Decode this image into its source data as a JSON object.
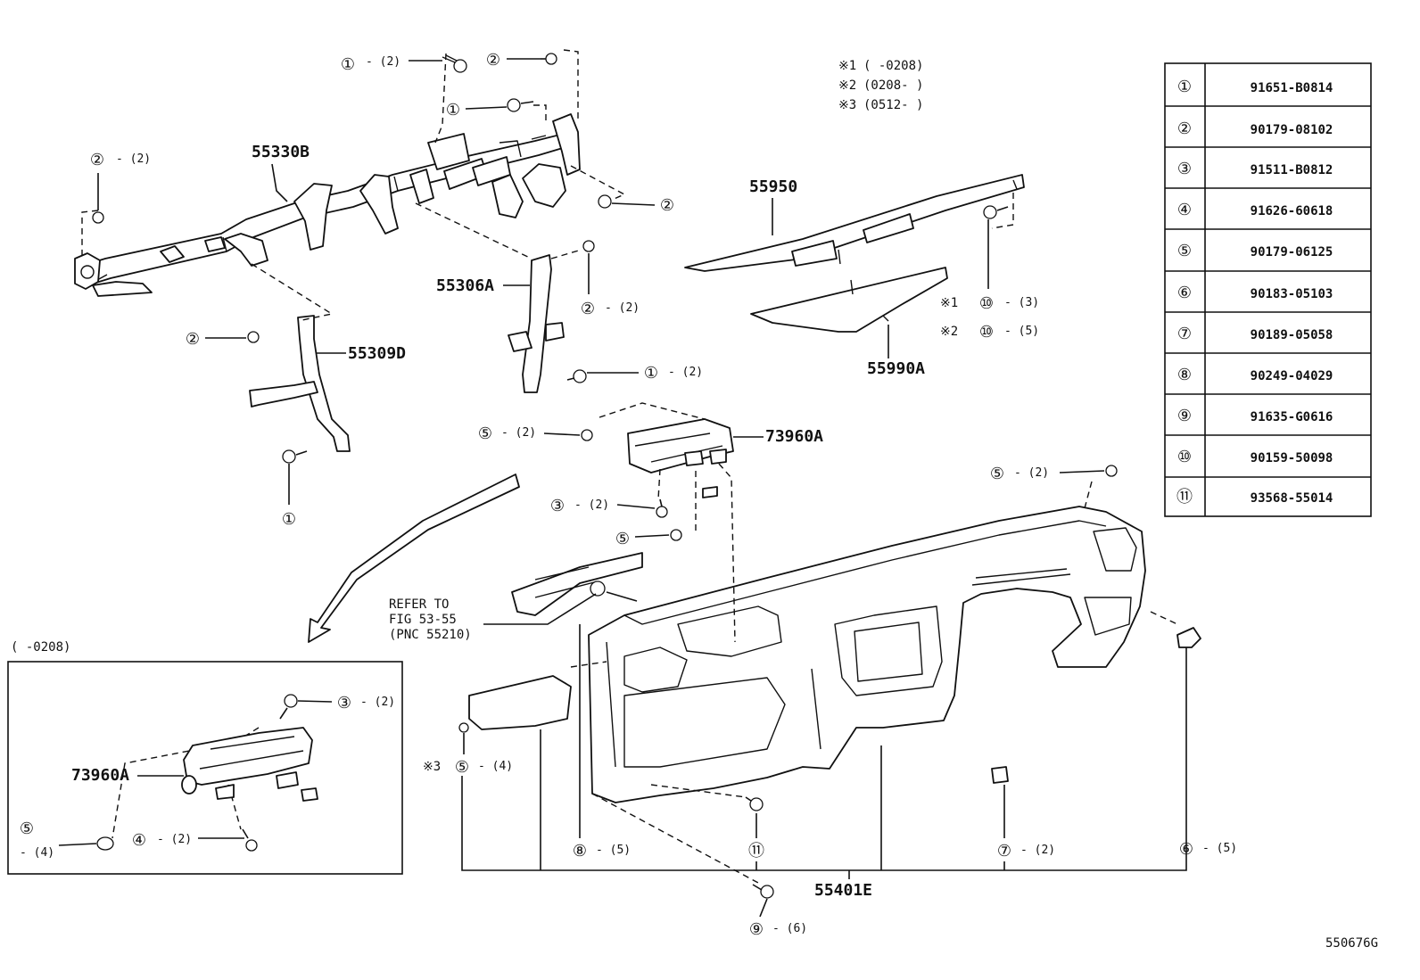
{
  "notes": [
    {
      "mark": "※1",
      "text": "(      -0208)"
    },
    {
      "mark": "※2",
      "text": "(0208-      )"
    },
    {
      "mark": "※3",
      "text": "(0512-      )"
    }
  ],
  "parts_table": [
    {
      "num": "①",
      "code": "91651-B0814"
    },
    {
      "num": "②",
      "code": "90179-08102"
    },
    {
      "num": "③",
      "code": "91511-B0812"
    },
    {
      "num": "④",
      "code": "91626-60618"
    },
    {
      "num": "⑤",
      "code": "90179-06125"
    },
    {
      "num": "⑥",
      "code": "90183-05103"
    },
    {
      "num": "⑦",
      "code": "90189-05058"
    },
    {
      "num": "⑧",
      "code": "90249-04029"
    },
    {
      "num": "⑨",
      "code": "91635-G0616"
    },
    {
      "num": "⑩",
      "code": "90159-50098"
    },
    {
      "num": "⑪",
      "code": "93568-55014"
    }
  ],
  "part_labels": {
    "reinforcement": "55330B",
    "brace_center": "55306A",
    "brace_lower": "55309D",
    "defroster_nozzle": "55950",
    "defroster_duct": "55990A",
    "airbag_main": "73960A",
    "airbag_inset": "73960A",
    "panel": "55401E"
  },
  "refer": {
    "line1": "REFER TO",
    "line2": "FIG 53-55",
    "line3": "(PNC 55210)"
  },
  "inset_title": "(      -0208)",
  "drawing_number": "550676G",
  "callouts": {
    "c1a": {
      "num": "①",
      "qty": "- (2)"
    },
    "c2a": {
      "num": "②",
      "qty": ""
    },
    "c1b": {
      "num": "①",
      "qty": ""
    },
    "c2b": {
      "num": "②",
      "qty": "- (2)"
    },
    "c2c": {
      "num": "②",
      "qty": ""
    },
    "c2d": {
      "num": "②",
      "qty": "- (2)"
    },
    "c1c": {
      "num": "①",
      "qty": "- (2)"
    },
    "c2e": {
      "num": "②",
      "qty": ""
    },
    "c1d": {
      "num": "①",
      "qty": ""
    },
    "c10a": {
      "mark": "※1",
      "num": "⑩",
      "qty": "- (3)"
    },
    "c10b": {
      "mark": "※2",
      "num": "⑩",
      "qty": "- (5)"
    },
    "c5a": {
      "num": "⑤",
      "qty": "- (2)"
    },
    "c3a": {
      "num": "③",
      "qty": "- (2)"
    },
    "c5b": {
      "num": "⑤",
      "qty": ""
    },
    "c5c": {
      "num": "⑤",
      "qty": "- (2)"
    },
    "c5d": {
      "mark": "※3",
      "num": "⑤",
      "qty": "- (4)"
    },
    "c8": {
      "num": "⑧",
      "qty": "- (5)"
    },
    "c11": {
      "num": "⑪",
      "qty": ""
    },
    "c7": {
      "num": "⑦",
      "qty": "- (2)"
    },
    "c6": {
      "num": "⑥",
      "qty": "- (5)"
    },
    "c9": {
      "num": "⑨",
      "qty": "- (6)"
    },
    "c3b": {
      "num": "③",
      "qty": "- (2)"
    },
    "c5e": {
      "num": "⑤",
      "qty": "- (4)"
    },
    "c4": {
      "num": "④",
      "qty": "- (2)"
    }
  }
}
